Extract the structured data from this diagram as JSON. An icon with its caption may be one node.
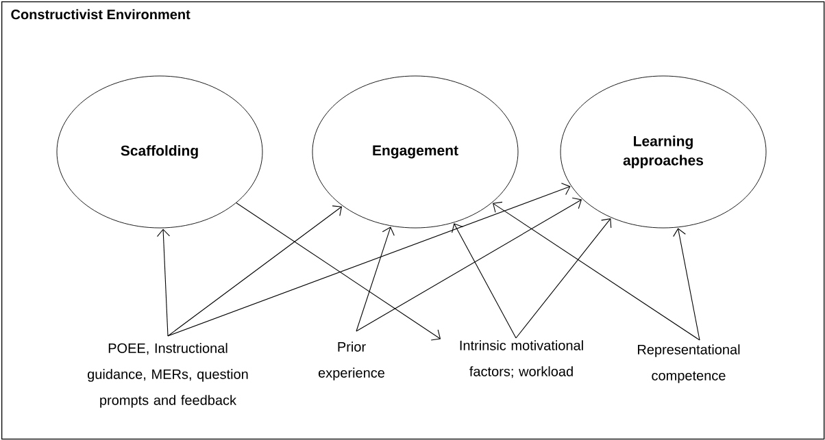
{
  "diagram": {
    "nodes": [
      {
        "text": [
          "Constructivist Environment"
        ]
      },
      {
        "text": [
          "Scaffolding"
        ],
        "in": 0
      },
      {
        "text": [
          "Engagement"
        ],
        "in": 0
      },
      {
        "text": [
          "Learning approaches"
        ],
        "in": 0
      },
      {
        "text": [
          "POEE, Instructional guidance, MERs, question prompts and feedback"
        ],
        "in": 0
      },
      {
        "text": [
          "Prior experience"
        ],
        "in": 0
      },
      {
        "text": [
          "Intrinsic motivational factors; workload"
        ],
        "in": 0
      },
      {
        "text": [
          "Representational competence"
        ],
        "in": 0
      }
    ],
    "edges": [
      {
        "from": 4,
        "to": 1,
        "arrow": "to"
      },
      {
        "from": 4,
        "to": 2,
        "arrow": "to"
      },
      {
        "from": 4,
        "to": 3,
        "arrow": "to"
      },
      {
        "from": 1,
        "to": 6,
        "arrow": "to"
      },
      {
        "from": 5,
        "to": 2,
        "arrow": "to"
      },
      {
        "from": 5,
        "to": 3,
        "arrow": "to"
      },
      {
        "from": 6,
        "to": 2,
        "arrow": "to"
      },
      {
        "from": 6,
        "to": 3,
        "arrow": "to"
      },
      {
        "from": 7,
        "to": 2,
        "arrow": "to"
      },
      {
        "from": 7,
        "to": 3,
        "arrow": "to"
      }
    ]
  }
}
